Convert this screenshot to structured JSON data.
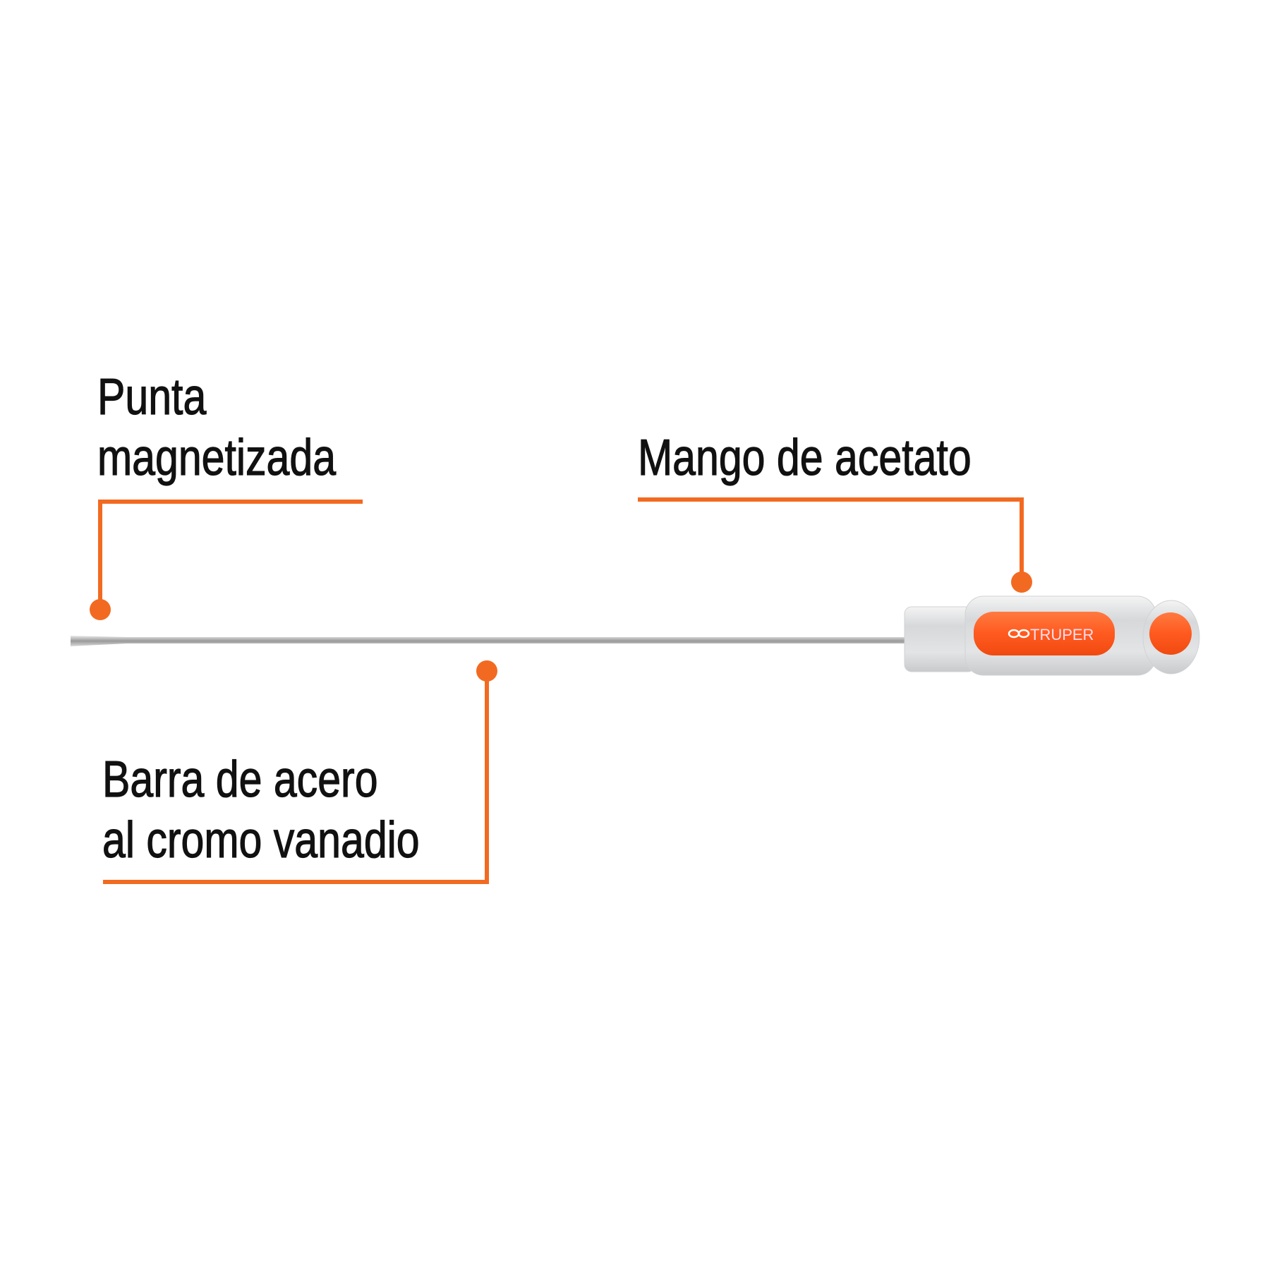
{
  "callouts": {
    "tip": {
      "line1": "Punta",
      "line2": "magnetizada"
    },
    "handle": {
      "line1": "Mango de acetato"
    },
    "shaft": {
      "line1": "Barra de acero",
      "line2": "al cromo vanadio"
    }
  },
  "product": {
    "brand_logo_text": "TRUPER"
  },
  "colors": {
    "accent": "#f26a21",
    "handle_orange": "#ff5a1f",
    "text": "#111111"
  }
}
